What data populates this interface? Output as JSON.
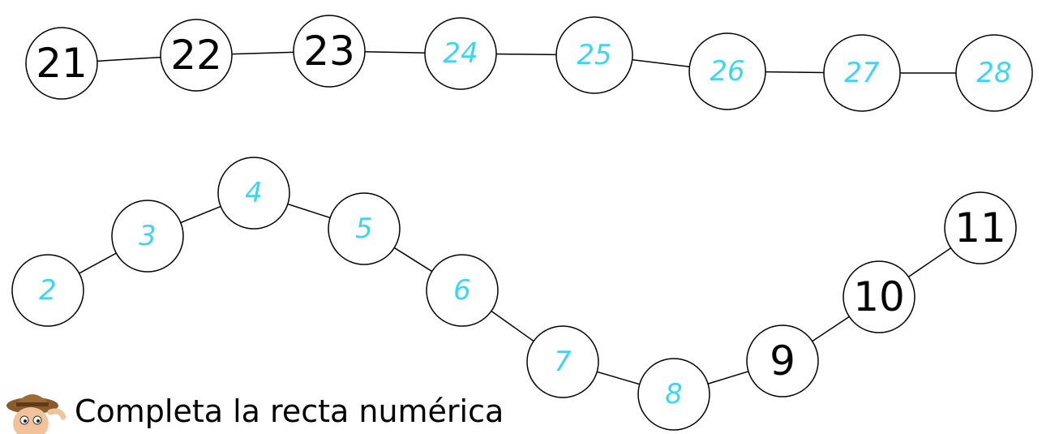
{
  "instruction": "Completa la recta numérica",
  "colors": {
    "printed": "#000000",
    "handwritten": "#3fd5f2",
    "outline": "#000000",
    "background": "#ffffff"
  },
  "top_row": [
    {
      "value": "21",
      "style": "printed"
    },
    {
      "value": "22",
      "style": "printed"
    },
    {
      "value": "23",
      "style": "printed"
    },
    {
      "value": "24",
      "style": "handwritten"
    },
    {
      "value": "25",
      "style": "handwritten"
    },
    {
      "value": "26",
      "style": "handwritten"
    },
    {
      "value": "27",
      "style": "handwritten"
    },
    {
      "value": "28",
      "style": "handwritten"
    }
  ],
  "bottom_row": [
    {
      "value": "2",
      "style": "handwritten"
    },
    {
      "value": "3",
      "style": "handwritten"
    },
    {
      "value": "4",
      "style": "handwritten"
    },
    {
      "value": "5",
      "style": "handwritten"
    },
    {
      "value": "6",
      "style": "handwritten"
    },
    {
      "value": "7",
      "style": "handwritten"
    },
    {
      "value": "8",
      "style": "handwritten"
    },
    {
      "value": "9",
      "style": "printed"
    },
    {
      "value": "10",
      "style": "printed"
    },
    {
      "value": "11",
      "style": "printed"
    }
  ],
  "mascot_icon": "explorer-boy-icon"
}
